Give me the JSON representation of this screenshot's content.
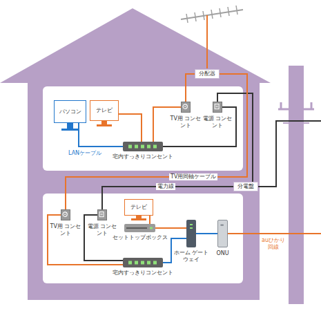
{
  "diagram": {
    "nodes": [
      {
        "text": [
          "分配器"
        ]
      },
      {
        "text": [
          "パソコン"
        ]
      },
      {
        "text": [
          "テレビ"
        ]
      },
      {
        "text": [
          "TV用 コンセント"
        ]
      },
      {
        "text": [
          "電源 コンセント"
        ]
      },
      {
        "text": [
          "宅内すっきりコンセント"
        ]
      },
      {
        "text": [
          "分電盤"
        ]
      },
      {
        "text": [
          "TV用 コンセント"
        ]
      },
      {
        "text": [
          "電源 コンセント"
        ]
      },
      {
        "text": [
          "テレビ"
        ]
      },
      {
        "text": [
          "セットトップボックス"
        ]
      },
      {
        "text": [
          "ホーム ゲートウェイ"
        ]
      },
      {
        "text": [
          "ONU"
        ]
      },
      {
        "text": [
          "宅内すっきりコンセント"
        ]
      }
    ],
    "edges": [
      {
        "from": 1,
        "to": 5,
        "arrow": "none",
        "label": "LANケーブル"
      },
      {
        "from": 2,
        "to": 5,
        "arrow": "none"
      },
      {
        "from": 3,
        "to": 5,
        "arrow": "none"
      },
      {
        "from": 5,
        "to": 4,
        "arrow": "none"
      },
      {
        "from": 0,
        "to": 3,
        "arrow": "none"
      },
      {
        "from": 4,
        "to": 6,
        "arrow": "none"
      },
      {
        "from": 0,
        "to": 7,
        "arrow": "none",
        "label": "TV用同軸ケーブル"
      },
      {
        "from": 6,
        "to": 8,
        "arrow": "none",
        "label": "電力線"
      },
      {
        "from": 7,
        "to": 13,
        "arrow": "none"
      },
      {
        "from": 8,
        "to": 13,
        "arrow": "none"
      },
      {
        "from": 9,
        "to": 10,
        "arrow": "none"
      },
      {
        "from": 10,
        "to": 11,
        "arrow": "none"
      },
      {
        "from": 13,
        "to": 11,
        "arrow": "none"
      },
      {
        "from": 11,
        "to": 12,
        "arrow": "none"
      }
    ],
    "labels": [
      "auひかり 回線"
    ]
  }
}
